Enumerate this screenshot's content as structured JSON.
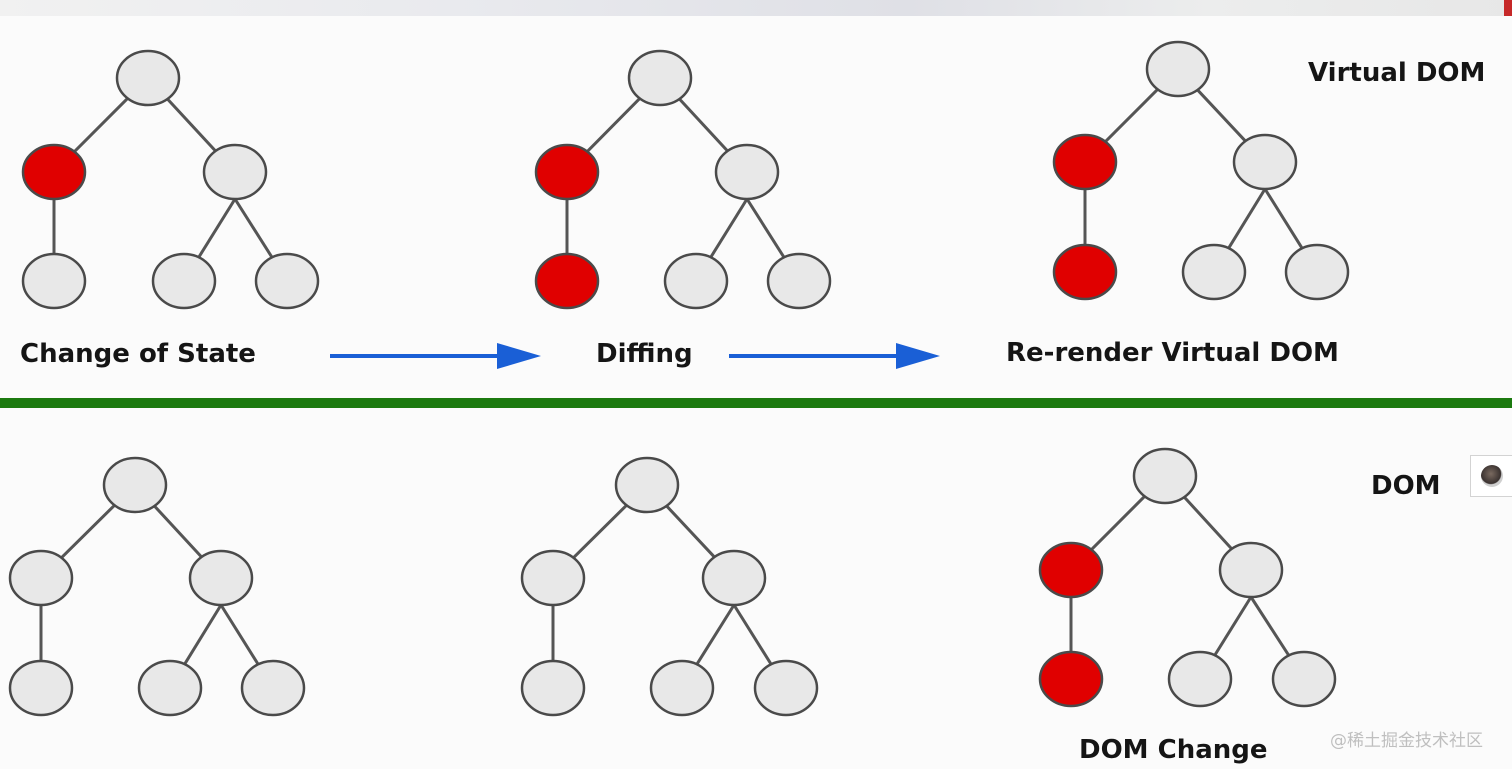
{
  "labels": {
    "virtual_dom": "Virtual DOM",
    "dom": "DOM",
    "change_of_state": "Change of State",
    "diffing": "Diffing",
    "rerender": "Re-render Virtual DOM",
    "dom_change": "DOM Change"
  },
  "watermark": "@稀土掘金技术社区",
  "colors": {
    "node_fill": "#e8e8e8",
    "node_stroke": "#4a4a4a",
    "highlight_fill": "#e00000",
    "edge": "#555555",
    "arrow": "#1a5fd6",
    "divider": "#1c7a0f"
  },
  "trees": [
    {
      "name": "tree-change-of-state",
      "row": "virtual-dom",
      "highlighted": [
        "left"
      ]
    },
    {
      "name": "tree-diffing",
      "row": "virtual-dom",
      "highlighted": [
        "left",
        "left-child"
      ]
    },
    {
      "name": "tree-rerender",
      "row": "virtual-dom",
      "highlighted": [
        "left",
        "left-child"
      ]
    },
    {
      "name": "tree-dom-1",
      "row": "dom",
      "highlighted": []
    },
    {
      "name": "tree-dom-2",
      "row": "dom",
      "highlighted": []
    },
    {
      "name": "tree-dom-change",
      "row": "dom",
      "highlighted": [
        "left",
        "left-child"
      ]
    }
  ]
}
